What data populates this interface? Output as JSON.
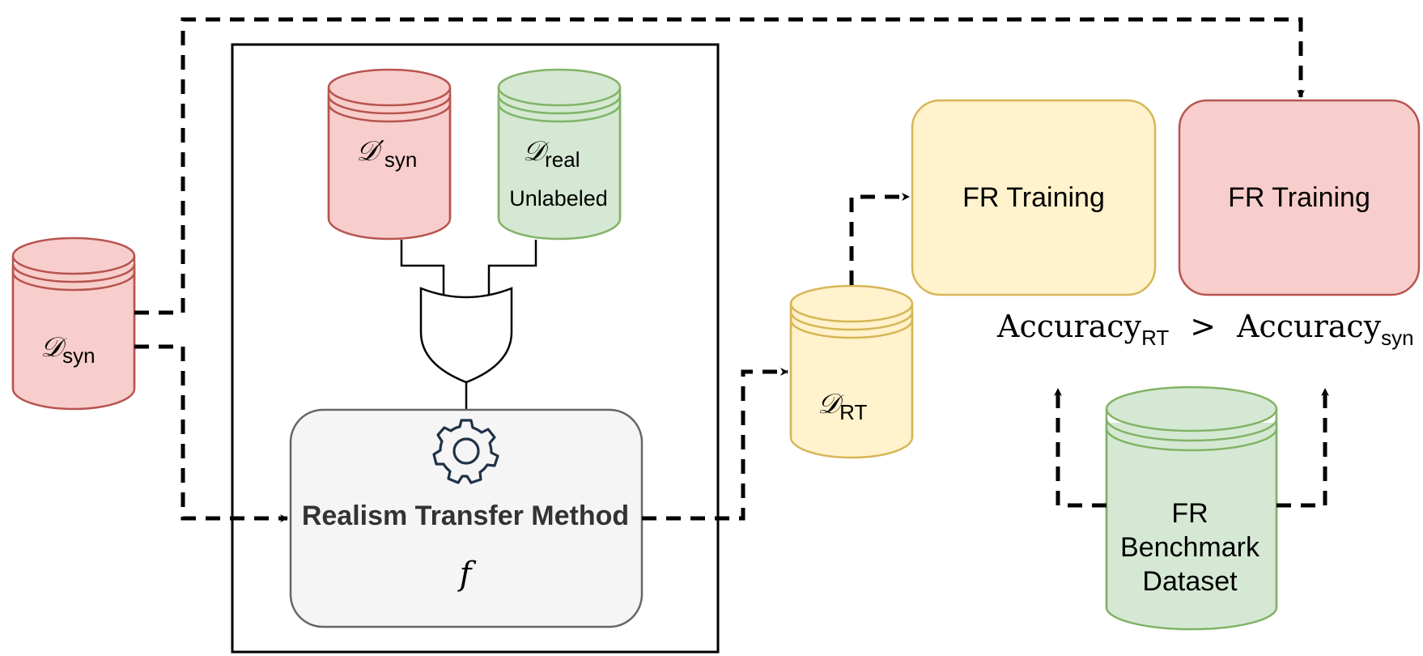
{
  "colors": {
    "red_fill": "#f8cecc",
    "red_stroke": "#b85450",
    "green_fill": "#d5e8d4",
    "green_stroke": "#82b366",
    "yellow_fill": "#fff2cc",
    "yellow_stroke": "#d6b656",
    "gray_fill": "#f5f5f5",
    "gray_stroke": "#666666",
    "line": "#000000",
    "gear": "#1f3247"
  },
  "d_syn": {
    "symbol": "𝒟",
    "sub": "syn"
  },
  "d_syn_prime": {
    "symbol": "𝒟′",
    "sub": "syn"
  },
  "d_real": {
    "symbol": "𝒟",
    "sub": "real",
    "note": "Unlabeled"
  },
  "d_rt": {
    "symbol": "𝒟",
    "sub": "RT"
  },
  "rt_method": {
    "title": "Realism Transfer Method",
    "func": "f",
    "icon": "gear-icon"
  },
  "fr_training_left": {
    "label": "FR Training"
  },
  "fr_training_right": {
    "label": "FR Training"
  },
  "accuracy": {
    "left": "Accuracy",
    "left_sub": "RT",
    "op": ">",
    "right": "Accuracy",
    "right_sub": "syn"
  },
  "benchmark": {
    "lines": [
      "FR",
      "Benchmark",
      "Dataset"
    ]
  }
}
